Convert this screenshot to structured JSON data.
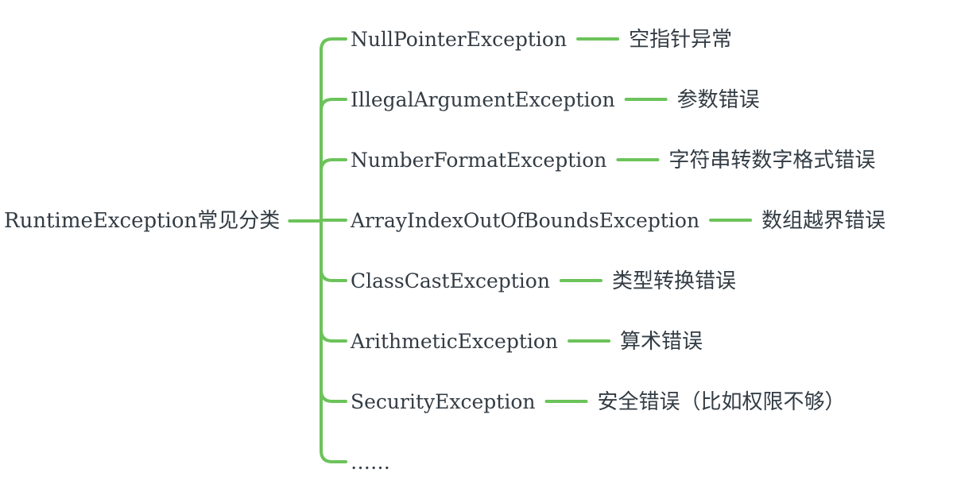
{
  "colors": {
    "connector": "#6cc35a",
    "text": "#333c44"
  },
  "root": {
    "label": "RuntimeException常见分类"
  },
  "branches": [
    {
      "name": "NullPointerException",
      "description": "空指针异常"
    },
    {
      "name": "IllegalArgumentException",
      "description": "参数错误"
    },
    {
      "name": "NumberFormatException",
      "description": "字符串转数字格式错误"
    },
    {
      "name": "ArrayIndexOutOfBoundsException",
      "description": "数组越界错误"
    },
    {
      "name": "ClassCastException",
      "description": "类型转换错误"
    },
    {
      "name": "ArithmeticException",
      "description": "算术错误"
    },
    {
      "name": "SecurityException",
      "description": "安全错误（比如权限不够）"
    },
    {
      "name": "……",
      "description": ""
    }
  ]
}
